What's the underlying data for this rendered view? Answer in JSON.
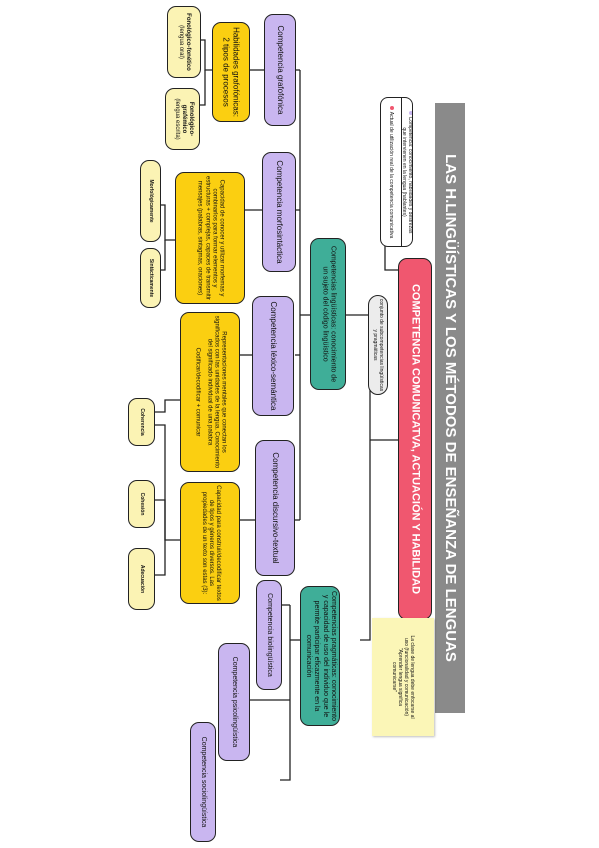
{
  "title": "LAS H.LINGÜÍSTICAS Y LOS MÉTODOS DE ENSEÑANZA DE LENGUAS",
  "central": "COMPETENCIA COMUNICATVA, ACTUACIÓN Y HABILIDAD",
  "legend": {
    "row1": "Actual de utilización real de la competencia comunicativa",
    "row2": "Competencia: conocimiento, habilidades y destrezas",
    "row2_detail": "que intervienen en la lengua (hablantes)"
  },
  "sticky": {
    "line1": "La clase de lengua debe enfocarse al",
    "line2": "uso (funcionalidad y comunicación)",
    "line3": "\"Aprender lengua significa",
    "line4": "comunicarse\""
  },
  "linguistic_label": "conjunto de subcompetencias lingüísticas y pragmáticas",
  "competencias_linguisticas": "Competencias lingüísticas: conocimiento de un sujeto del código lingüístico",
  "competencias_pragmaticas": "Competencias pragmáticas: conocimiento y capacidad de uso del individuo que le permite participar eficazmente en la comunicación",
  "competencia_grafofonica": "Competencia grafofónica",
  "habilidades_grafofonicas": "Habilidades grafofónicas: 2 tipos de procesos",
  "fonologico_fonetico": "Fonológico-fonético",
  "fonologico_fonetico_sub": "(lengua oral)",
  "fonologico_grafemico": "Fonológico-grafémico",
  "fonologico_grafemico_sub": "(lengua escrita)",
  "competencia_morfosintactica": "Competencia morfosintáctica",
  "morfosintactica_desc": "Capacidad de conocer y utilizar morfemas y combinarlos para formar elementos y estructuras + complejas, capaces de transmitir mensajes (palabras, sintagmas, oraciones)",
  "morfologicamente": "Morfológicamente",
  "sintacticamente": "Sintácticamente",
  "competencia_lexico": "Competencia léxico-semántica",
  "lexico_desc": "Representaciones mentales que conectan los significados con las unidades de la lengua. Conocimiento del significado individual de una palabra",
  "lexico_codificar": "Codificar/decodificar + comunicar",
  "competencia_discursivo": "Competencia discursivo-textual",
  "discursivo_desc": "Capacidad para construir/decodificar textos de tipos y géneros diversos. Las propiedades de un texto son estas (3):",
  "coherencia": "Coherencia",
  "cohesion": "Cohesión",
  "adecuacion": "Adecuación",
  "competencia_biolinguistica": "Competencia biolingüística",
  "competencia_psicolinguistica": "Competencia psicolingüística",
  "competencia_sociolinguistica": "Competencia sociolingüística",
  "colors": {
    "title_bg": "#8a8a8a",
    "central": "#f0576f",
    "purple": "#c9b6f0",
    "teal": "#3fae98",
    "yellow": "#fbcf11",
    "cream": "#fbf3b4"
  }
}
